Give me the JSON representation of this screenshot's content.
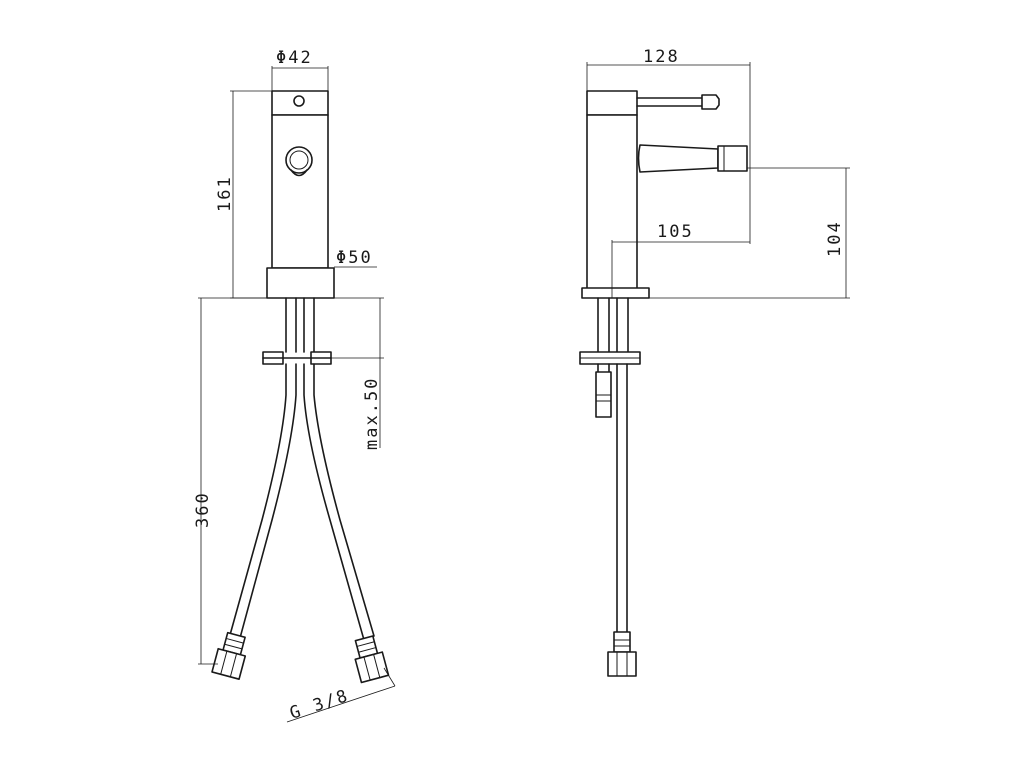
{
  "diagram": {
    "front_view": {
      "diameter_top": "Φ42",
      "diameter_base": "Φ50",
      "height_body": "161",
      "hose_length": "360",
      "max_thickness": "max.50",
      "thread": "G 3/8"
    },
    "side_view": {
      "total_depth": "128",
      "spout_reach": "105",
      "spout_height": "104"
    }
  },
  "colors": {
    "line": "#1a1a1a",
    "background": "#ffffff"
  }
}
